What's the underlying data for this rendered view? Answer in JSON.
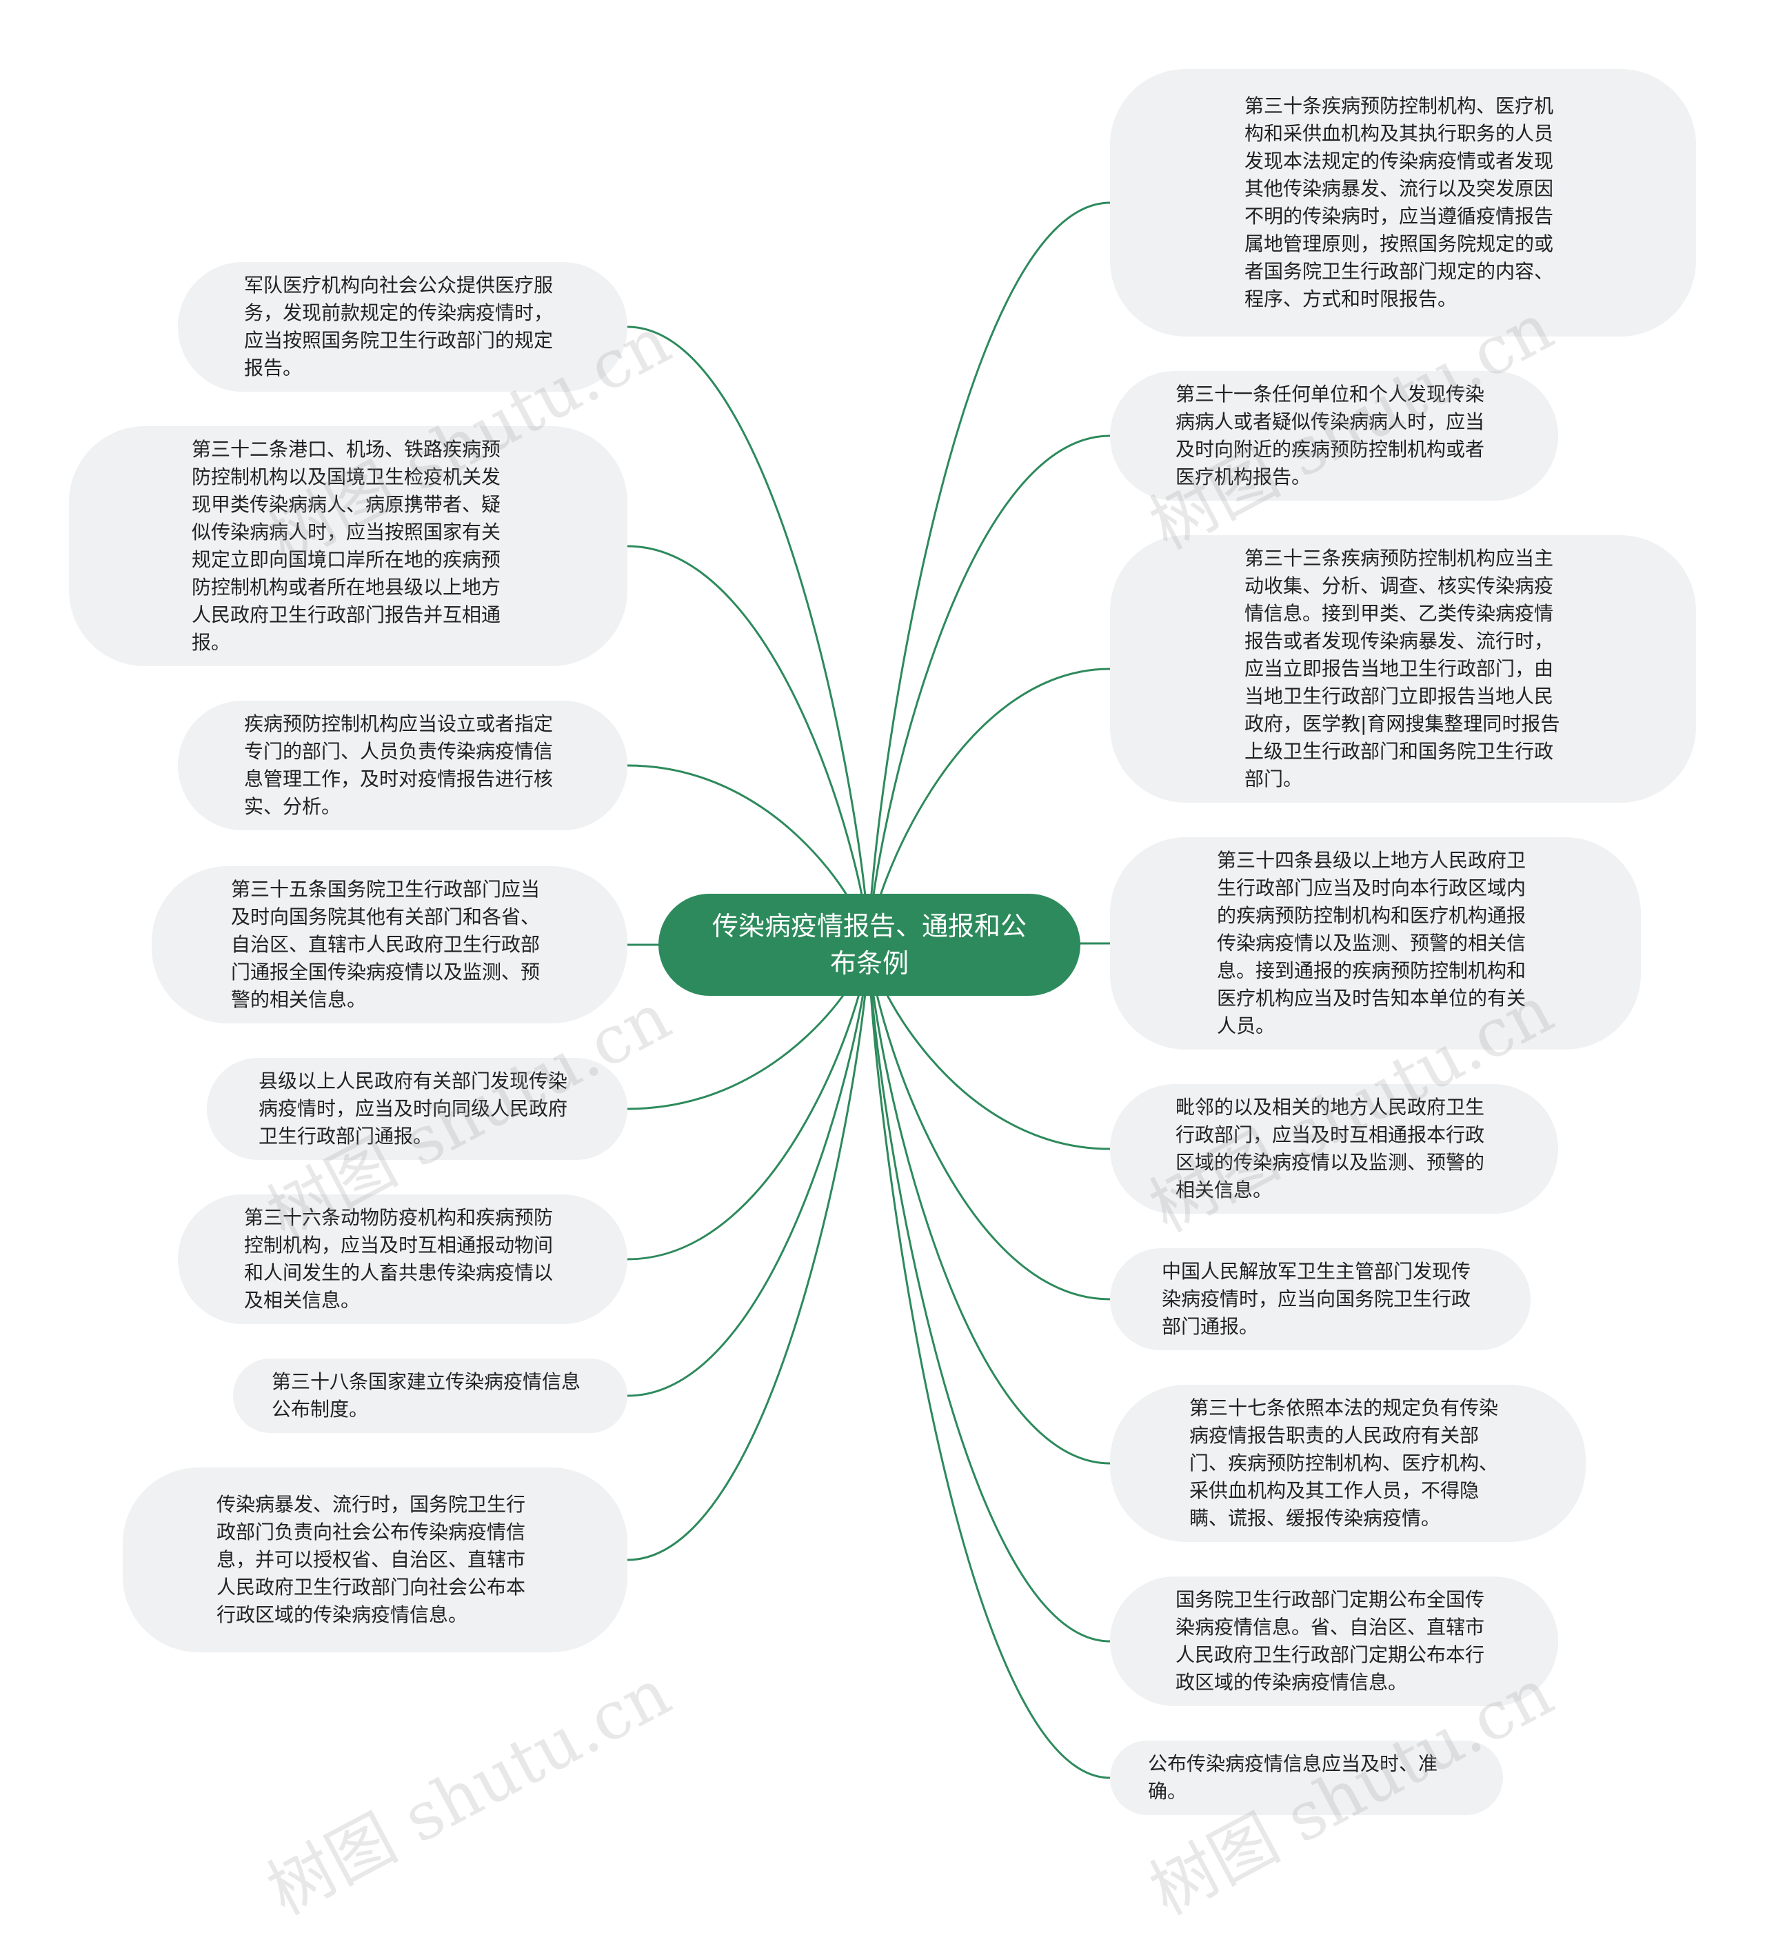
{
  "root": {
    "label": "传染病疫情报告、通报和公布条例"
  },
  "left_nodes": [
    {
      "id": "L1",
      "text": "军队医疗机构向社会公众提供医疗服务，发现前款规定的传染病疫情时，应当按照国务院卫生行政部门的规定报告。"
    },
    {
      "id": "L2",
      "text": "第三十二条港口、机场、铁路疾病预防控制机构以及国境卫生检疫机关发现甲类传染病病人、病原携带者、疑似传染病病人时，应当按照国家有关规定立即向国境口岸所在地的疾病预防控制机构或者所在地县级以上地方人民政府卫生行政部门报告并互相通报。"
    },
    {
      "id": "L3",
      "text": "疾病预防控制机构应当设立或者指定专门的部门、人员负责传染病疫情信息管理工作，及时对疫情报告进行核实、分析。"
    },
    {
      "id": "L4",
      "text": "第三十五条国务院卫生行政部门应当及时向国务院其他有关部门和各省、自治区、直辖市人民政府卫生行政部门通报全国传染病疫情以及监测、预警的相关信息。"
    },
    {
      "id": "L5",
      "text": "县级以上人民政府有关部门发现传染病疫情时，应当及时向同级人民政府卫生行政部门通报。"
    },
    {
      "id": "L6",
      "text": "第三十六条动物防疫机构和疾病预防控制机构，应当及时互相通报动物间和人间发生的人畜共患传染病疫情以及相关信息。"
    },
    {
      "id": "L7",
      "text": "第三十八条国家建立传染病疫情信息公布制度。"
    },
    {
      "id": "L8",
      "text": "传染病暴发、流行时，国务院卫生行政部门负责向社会公布传染病疫情信息，并可以授权省、自治区、直辖市人民政府卫生行政部门向社会公布本行政区域的传染病疫情信息。"
    }
  ],
  "right_nodes": [
    {
      "id": "R1",
      "text": "第三十条疾病预防控制机构、医疗机构和采供血机构及其执行职务的人员发现本法规定的传染病疫情或者发现其他传染病暴发、流行以及突发原因不明的传染病时，应当遵循疫情报告属地管理原则，按照国务院规定的或者国务院卫生行政部门规定的内容、程序、方式和时限报告。"
    },
    {
      "id": "R2",
      "text": "第三十一条任何单位和个人发现传染病病人或者疑似传染病病人时，应当及时向附近的疾病预防控制机构或者医疗机构报告。"
    },
    {
      "id": "R3",
      "text": "第三十三条疾病预防控制机构应当主动收集、分析、调查、核实传染病疫情信息。接到甲类、乙类传染病疫情报告或者发现传染病暴发、流行时，应当立即报告当地卫生行政部门，由当地卫生行政部门立即报告当地人民政府，医学教|育网搜集整理同时报告上级卫生行政部门和国务院卫生行政部门。"
    },
    {
      "id": "R4",
      "text": "第三十四条县级以上地方人民政府卫生行政部门应当及时向本行政区域内的疾病预防控制机构和医疗机构通报传染病疫情以及监测、预警的相关信息。接到通报的疾病预防控制机构和医疗机构应当及时告知本单位的有关人员。"
    },
    {
      "id": "R5",
      "text": "毗邻的以及相关的地方人民政府卫生行政部门，应当及时互相通报本行政区域的传染病疫情以及监测、预警的相关信息。"
    },
    {
      "id": "R6",
      "text": "中国人民解放军卫生主管部门发现传染病疫情时，应当向国务院卫生行政部门通报。"
    },
    {
      "id": "R7",
      "text": "第三十七条依照本法的规定负有传染病疫情报告职责的人民政府有关部门、疾病预防控制机构、医疗机构、采供血机构及其工作人员，不得隐瞒、谎报、缓报传染病疫情。"
    },
    {
      "id": "R8",
      "text": "国务院卫生行政部门定期公布全国传染病疫情信息。省、自治区、直辖市人民政府卫生行政部门定期公布本行政区域的传染病疫情信息。"
    },
    {
      "id": "R9",
      "text": "公布传染病疫情信息应当及时、准确。"
    }
  ],
  "watermark": {
    "text": "树图 shutu.cn"
  },
  "colors": {
    "root_fill": "#2d8a5c",
    "link": "#2d8a5c",
    "node_fill": "#eff1f3",
    "root_text": "#ffffff",
    "node_text": "#222222"
  }
}
